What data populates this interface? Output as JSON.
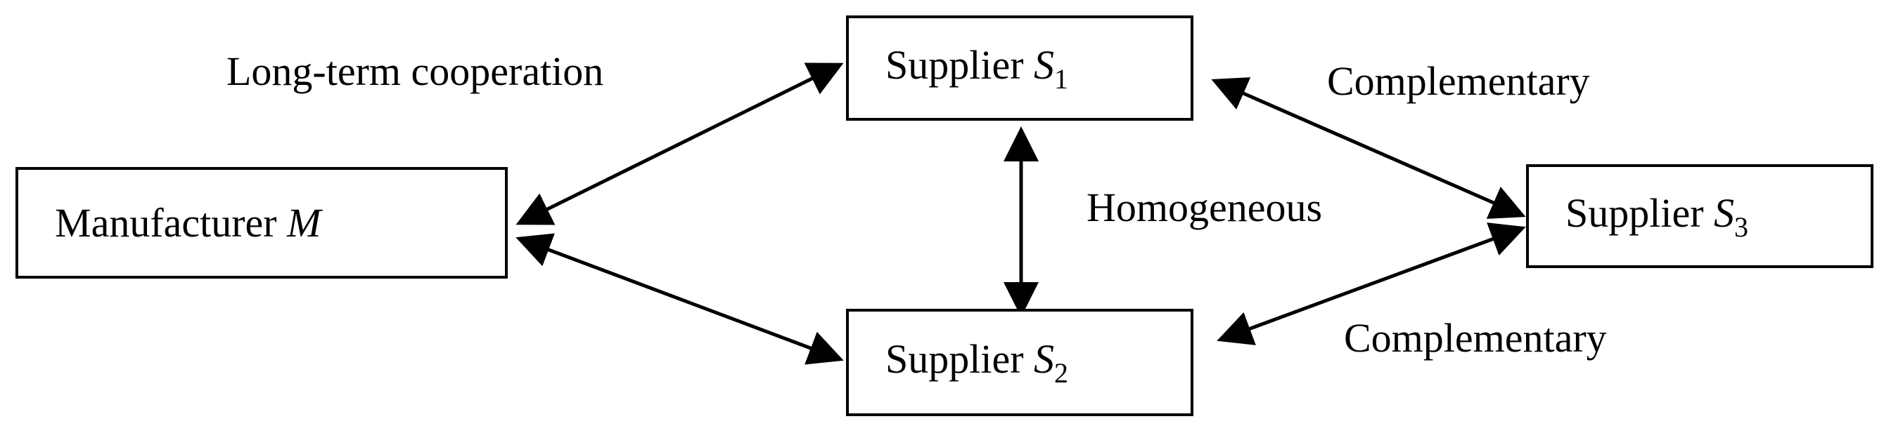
{
  "nodes": {
    "manufacturer": {
      "prefix": "Manufacturer ",
      "var": "M"
    },
    "supplier1": {
      "prefix": "Supplier ",
      "var": "S",
      "sub": "1"
    },
    "supplier2": {
      "prefix": "Supplier ",
      "var": "S",
      "sub": "2"
    },
    "supplier3": {
      "prefix": "Supplier ",
      "var": "S",
      "sub": "3"
    }
  },
  "edges": {
    "m_s": "Long-term cooperation",
    "s1_s2": "Homogeneous",
    "s1_s3": "Complementary",
    "s2_s3": "Complementary"
  },
  "colors": {
    "stroke": "#000000",
    "background": "#ffffff"
  }
}
